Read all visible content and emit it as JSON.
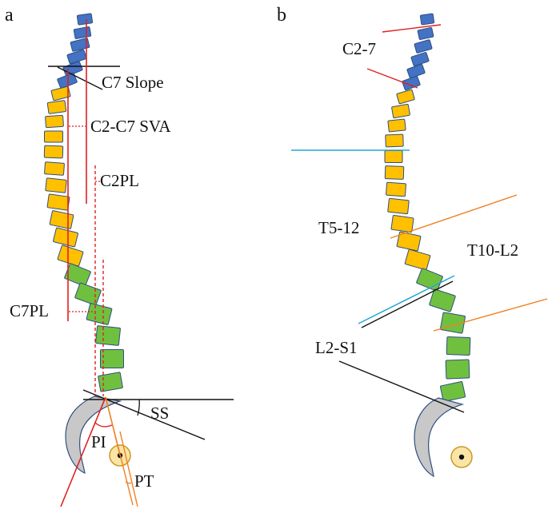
{
  "panels": {
    "a": {
      "letter": "a",
      "labels": {
        "c7_slope": "C7 Slope",
        "c2c7_sva": "C2-C7 SVA",
        "c2pl": "C2PL",
        "c7pl": "C7PL",
        "ss": "SS",
        "pi": "PI",
        "pt": "PT"
      }
    },
    "b": {
      "letter": "b",
      "labels": {
        "c2_7": "C2-7",
        "t5_12": "T5-12",
        "t10_l2": "T10-L2",
        "l2_s1": "L2-S1"
      }
    }
  },
  "colors": {
    "cervical": "#4472c4",
    "thoracic": "#ffc000",
    "lumbar": "#70c040",
    "sacrum": "#c8c8c8",
    "femoral_head": "#fbe5a6",
    "vertebra_stroke": "#2f4f7f",
    "plumb_line": "#e02020",
    "orange_line": "#f08020",
    "cyan_line": "#20a8d8",
    "black_line": "#111111"
  }
}
